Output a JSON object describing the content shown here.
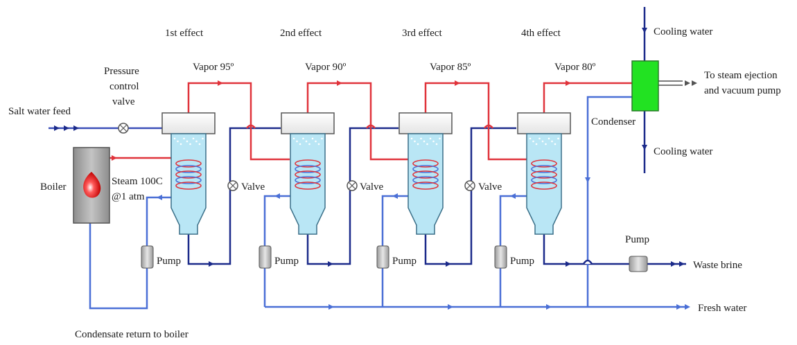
{
  "effects": [
    {
      "label": "1st effect",
      "vapor": "Vapor 95º"
    },
    {
      "label": "2nd effect",
      "vapor": "Vapor 90º"
    },
    {
      "label": "3rd effect",
      "vapor": "Vapor 85º"
    },
    {
      "label": "4th effect",
      "vapor": "Vapor 80º"
    }
  ],
  "labels": {
    "salt_water_feed": "Salt water feed",
    "pressure_valve_1": "Pressure",
    "pressure_valve_2": "control",
    "pressure_valve_3": "valve",
    "boiler": "Boiler",
    "steam_1": "Steam 100C",
    "steam_2": "@1 atm",
    "valve": "Valve",
    "pump": "Pump",
    "condensate_return": "Condensate return to boiler",
    "cooling_water_top": "Cooling water",
    "cooling_water_bottom": "Cooling water",
    "condenser": "Condenser",
    "ejector_1": "To steam ejection",
    "ejector_2": "and vacuum pump",
    "waste_brine": "Waste brine",
    "fresh_water": "Fresh water"
  },
  "colors": {
    "vapor_line": "#e0333b",
    "water_line": "#4a6fd6",
    "dark_line": "#1b2a8a",
    "liquid": "#b9e6f5",
    "condenser": "#22e222",
    "boiler": "#a8a8a8",
    "flame": "#e01818"
  }
}
